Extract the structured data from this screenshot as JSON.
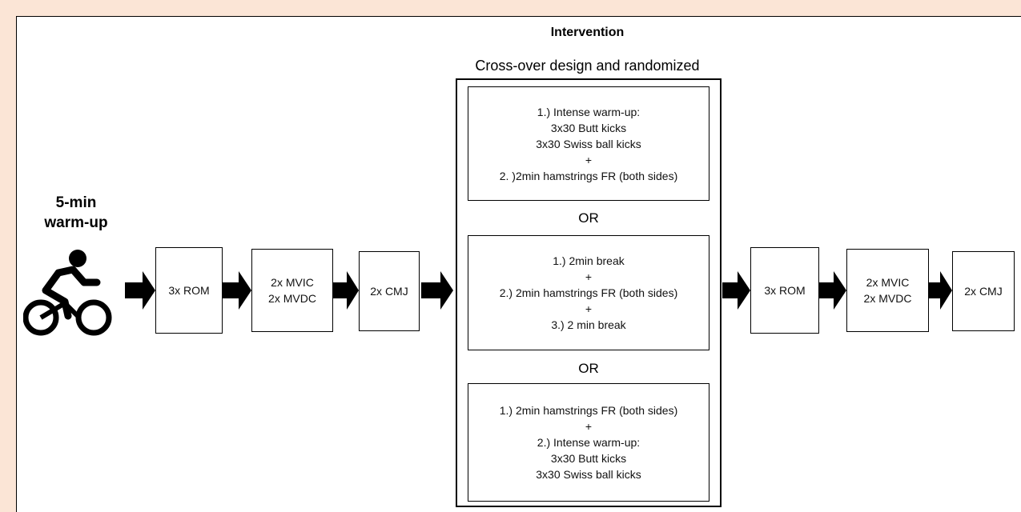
{
  "header": {
    "title": "Intervention",
    "subtitle": "Cross-over design and randomized"
  },
  "warmup": {
    "line1": "5-min",
    "line2": "warm-up",
    "icon": "cyclist-icon"
  },
  "pre_steps": {
    "rom": [
      "3x ROM"
    ],
    "mvic": [
      "2x MVIC",
      "2x MVDC"
    ],
    "cmj": [
      "2x CMJ"
    ]
  },
  "post_steps": {
    "rom": [
      "3x ROM"
    ],
    "mvic": [
      "2x MVIC",
      "2x MVDC"
    ],
    "cmj": [
      "2x CMJ"
    ]
  },
  "interventions": {
    "option1": [
      "1.) Intense warm-up:",
      "3x30 Butt kicks",
      "3x30 Swiss ball kicks",
      "+",
      "2. )2min hamstrings FR (both sides)"
    ],
    "separator1": "OR",
    "option2": [
      "1.) 2min break",
      "+",
      "2.) 2min hamstrings FR (both sides)",
      "+",
      "3.) 2 min break"
    ],
    "separator2": "OR",
    "option3": [
      "1.) 2min hamstrings FR (both sides)",
      "+",
      "2.) Intense warm-up:",
      "3x30 Butt kicks",
      "3x30 Swiss ball kicks"
    ]
  },
  "colors": {
    "background": "#fbe5d6",
    "panel": "#ffffff",
    "stroke": "#000000"
  }
}
